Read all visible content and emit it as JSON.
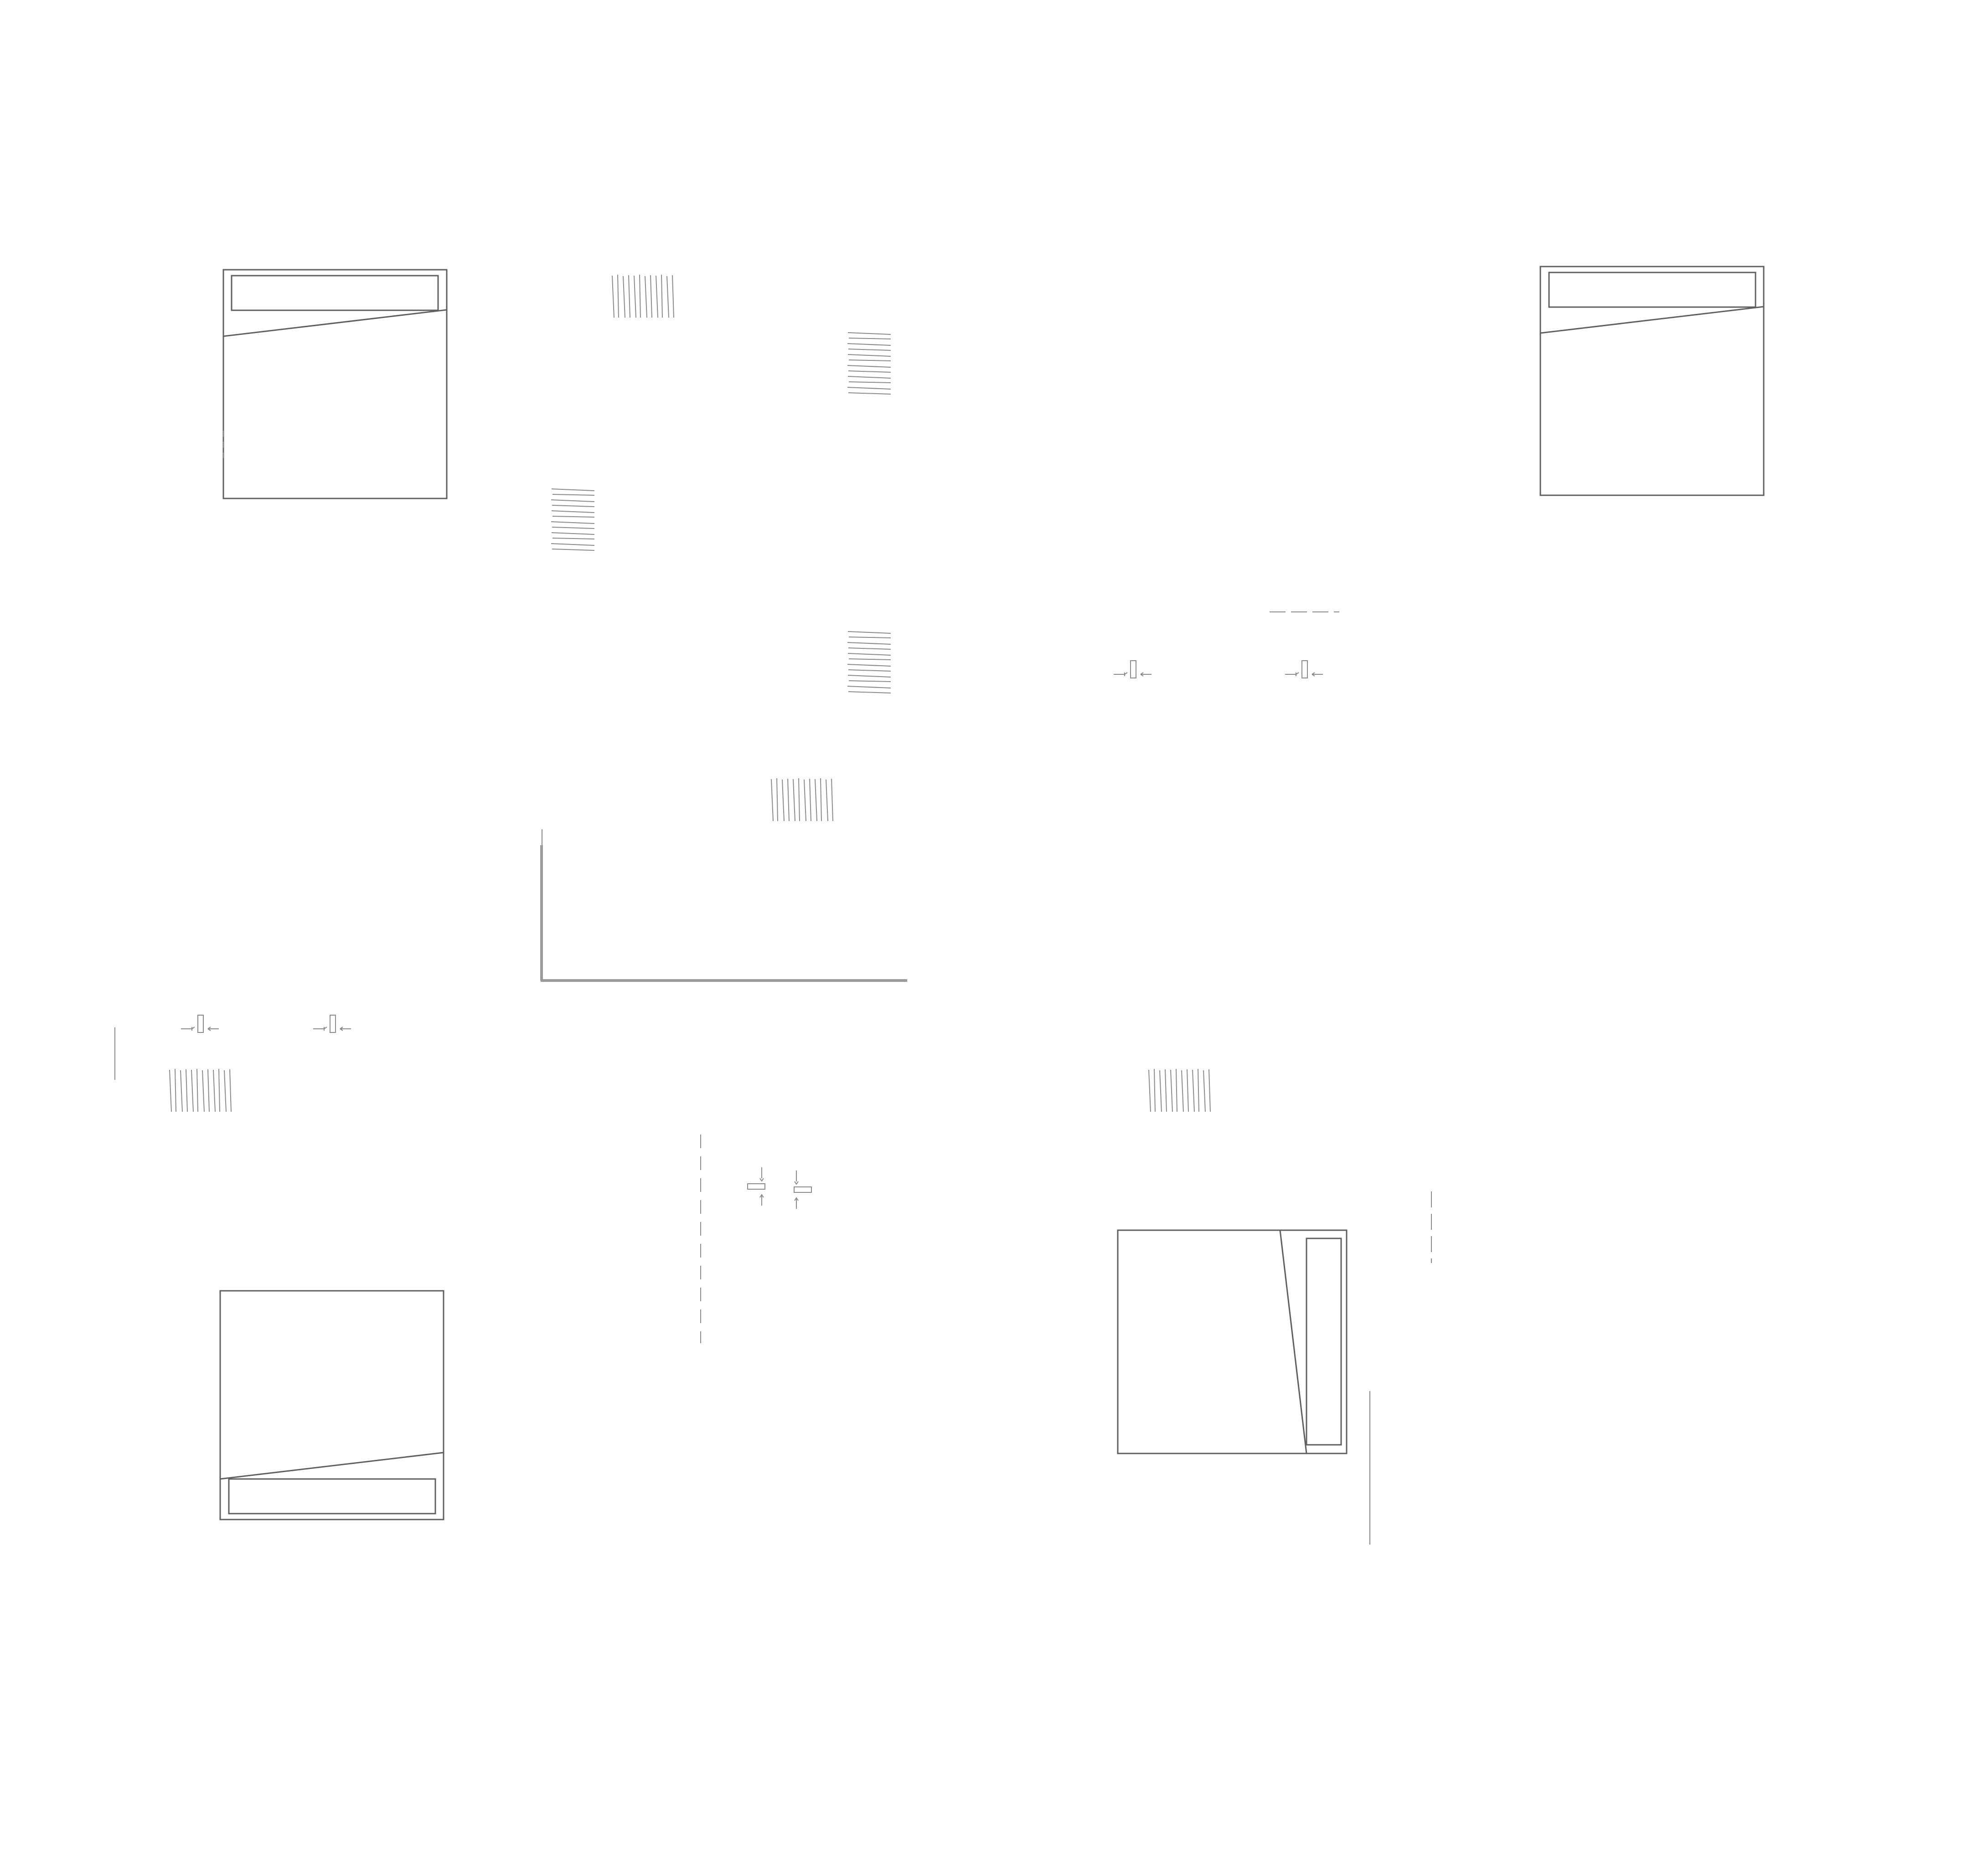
{
  "drawing": {
    "background": "#ffffff",
    "line_color": "#5f5f5f",
    "hatch_color": "#8a8a8a",
    "elements": [
      {
        "kind": "box",
        "subject": "box-with-bar",
        "bar_side": "top"
      },
      {
        "kind": "box",
        "subject": "box-with-bar",
        "bar_side": "top"
      },
      {
        "kind": "box",
        "subject": "box-with-bar",
        "bar_side": "bottom"
      },
      {
        "kind": "box",
        "subject": "box-with-bar",
        "bar_side": "right"
      },
      {
        "kind": "hatch",
        "orientation": "vertical"
      },
      {
        "kind": "hatch",
        "orientation": "horizontal"
      },
      {
        "kind": "hatch",
        "orientation": "horizontal"
      },
      {
        "kind": "hatch",
        "orientation": "horizontal"
      },
      {
        "kind": "hatch",
        "orientation": "vertical"
      },
      {
        "kind": "hatch",
        "orientation": "vertical"
      },
      {
        "kind": "hatch",
        "orientation": "vertical"
      },
      {
        "kind": "connector",
        "orientation": "horizontal"
      },
      {
        "kind": "connector",
        "orientation": "horizontal"
      },
      {
        "kind": "connector",
        "orientation": "horizontal"
      },
      {
        "kind": "connector",
        "orientation": "horizontal"
      },
      {
        "kind": "connector",
        "orientation": "vertical"
      },
      {
        "kind": "connector",
        "orientation": "vertical"
      },
      {
        "kind": "axis-corner"
      },
      {
        "kind": "dashed-line",
        "orientation": "vertical"
      },
      {
        "kind": "dashed-line",
        "orientation": "vertical"
      },
      {
        "kind": "dashed-line",
        "orientation": "horizontal"
      },
      {
        "kind": "line",
        "orientation": "vertical"
      },
      {
        "kind": "line",
        "orientation": "vertical"
      }
    ]
  }
}
